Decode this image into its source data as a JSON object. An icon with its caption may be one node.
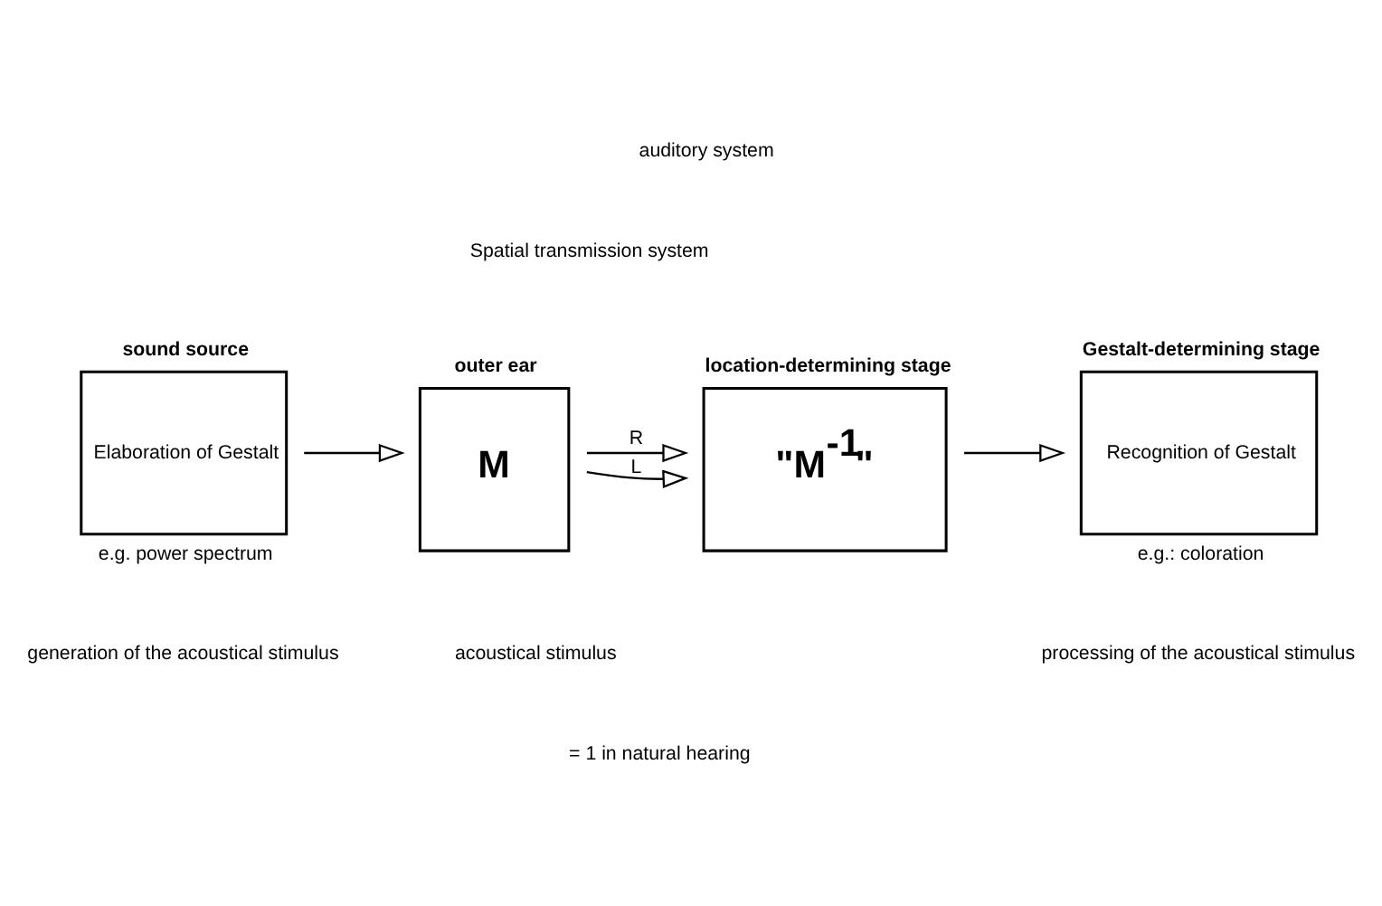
{
  "diagram": {
    "nodes": [
      {
        "text": [
          "sound source",
          "Elaboration of Gestalt"
        ],
        "beside": [
          "e.g. power spectrum"
        ]
      },
      {
        "text": [
          "outer ear",
          "M"
        ]
      },
      {
        "text": [
          "location-determining stage",
          "\"M$^{-1}$\""
        ]
      },
      {
        "text": [
          "Gestalt-determining stage",
          "Recognition of Gestalt"
        ],
        "beside": [
          "e.g.: coloration"
        ]
      }
    ],
    "edges": [
      {
        "from": 0,
        "to": 1,
        "arrow": "to"
      },
      {
        "from": 1,
        "to": 2,
        "arrow": "to",
        "label": "L"
      },
      {
        "from": 1,
        "to": 2,
        "arrow": "to",
        "label": "R"
      },
      {
        "from": 2,
        "to": 3,
        "arrow": "to"
      }
    ],
    "labels": [
      "auditory system",
      "Spatial transmission system",
      "generation of the acoustical stimulus",
      "acoustical stimulus",
      "processing of the acoustical stimulus",
      "= 1 in natural hearing"
    ]
  }
}
